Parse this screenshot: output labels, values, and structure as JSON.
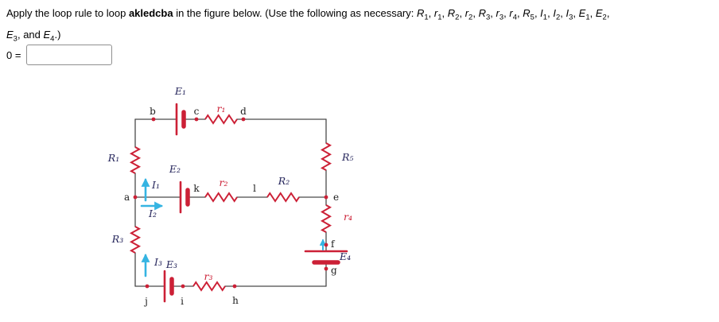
{
  "colors": {
    "wire": "#4a4a4a",
    "component": "#cc2036",
    "current": "#35b4e2",
    "label_dark": "#26265c",
    "node": "#1c1c1c",
    "text": "#000000",
    "input_border": "#8f8f8f"
  },
  "question": {
    "segments": [
      {
        "t": "Apply the loop rule to loop "
      },
      {
        "t": "akledcba",
        "b": true
      },
      {
        "t": " in the figure below. (Use the following as necessary: "
      },
      {
        "t": "R",
        "i": true,
        "sub": "1"
      },
      {
        "t": ", "
      },
      {
        "t": "r",
        "i": true,
        "sub": "1"
      },
      {
        "t": ", "
      },
      {
        "t": "R",
        "i": true,
        "sub": "2"
      },
      {
        "t": ", "
      },
      {
        "t": "r",
        "i": true,
        "sub": "2"
      },
      {
        "t": ", "
      },
      {
        "t": "R",
        "i": true,
        "sub": "3"
      },
      {
        "t": ", "
      },
      {
        "t": "r",
        "i": true,
        "sub": "3"
      },
      {
        "t": ", "
      },
      {
        "t": "r",
        "i": true,
        "sub": "4"
      },
      {
        "t": ", "
      },
      {
        "t": "R",
        "i": true,
        "sub": "5"
      },
      {
        "t": ", "
      },
      {
        "t": "I",
        "i": true,
        "sub": "1"
      },
      {
        "t": ", "
      },
      {
        "t": "I",
        "i": true,
        "sub": "2"
      },
      {
        "t": ", "
      },
      {
        "t": "I",
        "i": true,
        "sub": "3"
      },
      {
        "t": ", "
      },
      {
        "t": "E",
        "i": true,
        "sub": "1"
      },
      {
        "t": ", "
      },
      {
        "t": "E",
        "i": true,
        "sub": "2"
      },
      {
        "t": ","
      },
      {
        "br": true
      },
      {
        "t": "E",
        "i": true,
        "sub": "3"
      },
      {
        "t": ", and "
      },
      {
        "t": "E",
        "i": true,
        "sub": "4"
      },
      {
        "t": ".)"
      }
    ]
  },
  "answer": {
    "prefix": "0 =",
    "value": "",
    "placeholder": ""
  },
  "figure": {
    "battery_labels": {
      "e1": "E₁",
      "e2": "E₂",
      "e3": "E₃",
      "e4": "E₄"
    },
    "resistor_labels": {
      "R1": "R₁",
      "R2": "R₂",
      "R3": "R₃",
      "R5": "R₅",
      "r1": "r₁",
      "r2": "r₂",
      "r3": "r₃",
      "r4": "r₄"
    },
    "current_labels": {
      "I1": "I₁",
      "I2": "I₂",
      "I3": "I₃"
    },
    "node_labels": {
      "a": "a",
      "b": "b",
      "c": "c",
      "d": "d",
      "e": "e",
      "f": "f",
      "g": "g",
      "h": "h",
      "i": "i",
      "j": "j",
      "k": "k",
      "l": "l"
    }
  }
}
